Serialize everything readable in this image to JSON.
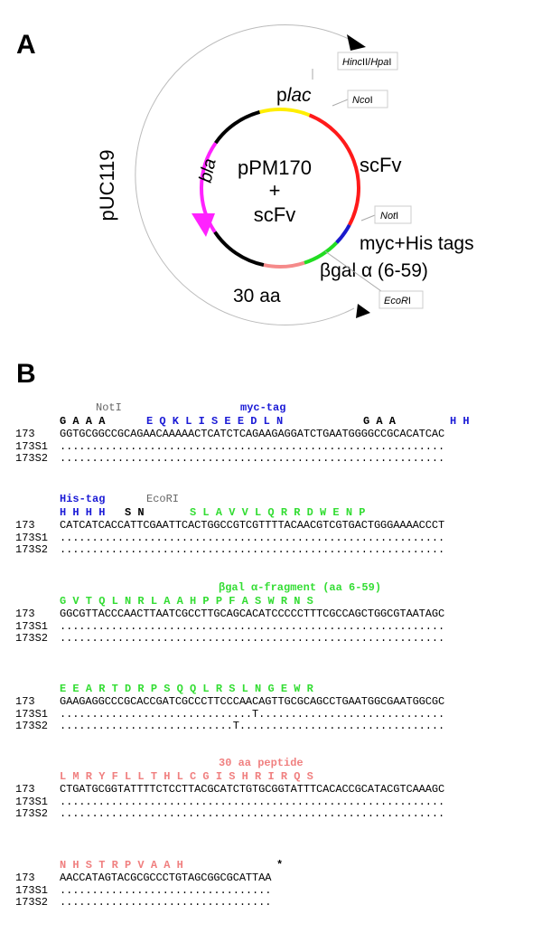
{
  "panel_a": {
    "letter": "A",
    "center_label_1": "pPM170",
    "center_label_2": "+",
    "center_label_3": "scFv",
    "outer_label": "pUC119",
    "segments": {
      "plac": "plac",
      "scfv": "scFv",
      "tags": "myc+His tags",
      "bgal": "βgal α (6-59)",
      "aa30": "30 aa",
      "bla": "bla"
    },
    "sites": {
      "hinc": "HincII/HpaI",
      "nco": "NcoI",
      "not": "NotI",
      "eco": "EcoRI"
    },
    "colors": {
      "plac": "#ffee00",
      "scfv": "#ff1a1a",
      "tags": "#1a1acc",
      "bgal": "#22dd22",
      "aa30": "#f58a8a",
      "bla": "#ff22ff",
      "backbone": "#000000",
      "outer_circle": "#bbbbbb"
    }
  },
  "panel_b": {
    "letter": "B",
    "blocks": [
      {
        "annotations": [
          {
            "text": "NotI",
            "col": 5,
            "color": "grey"
          },
          {
            "text": "myc-tag",
            "col": 25,
            "color": "blue",
            "bold": true
          }
        ],
        "aa": [
          {
            "text": "G A A A",
            "col": 0,
            "color": "black"
          },
          {
            "text": "E Q K L I S E E D L N",
            "col": 12,
            "color": "blue"
          },
          {
            "text": "G A A",
            "col": 42,
            "color": "black"
          },
          {
            "text": "H H",
            "col": 54,
            "color": "blue"
          }
        ],
        "rows": [
          {
            "name": "173",
            "seq": "GGTGCGGCCGCAGAACAAAAACTCATCTCAGAAGAGGATCTGAATGGGGCCGCACATCAC"
          },
          {
            "name": "173S1",
            "seq": "............................................................"
          },
          {
            "name": "173S2",
            "seq": "............................................................"
          }
        ]
      },
      {
        "annotations": [
          {
            "text": "His-tag",
            "col": 0,
            "color": "blue",
            "bold": true
          },
          {
            "text": "EcoRI",
            "col": 12,
            "color": "grey"
          }
        ],
        "aa": [
          {
            "text": "H H H H",
            "col": 0,
            "color": "blue"
          },
          {
            "text": "S N",
            "col": 9,
            "color": "black"
          },
          {
            "text": "S L A V V L Q R R D W E N P",
            "col": 18,
            "color": "green"
          }
        ],
        "rows": [
          {
            "name": "173",
            "seq": "CATCATCACCATTCGAATTCACTGGCCGTCGTTTTACAACGTCGTGACTGGGAAAACCCT"
          },
          {
            "name": "173S1",
            "seq": "............................................................"
          },
          {
            "name": "173S2",
            "seq": "............................................................"
          }
        ]
      },
      {
        "annotations": [
          {
            "text": "βgal α-fragment (aa 6-59)",
            "col": 22,
            "color": "green",
            "bold": true
          }
        ],
        "aa": [
          {
            "text": "G V T Q L N R L A A H P P F A S W R N S",
            "col": 0,
            "color": "green"
          }
        ],
        "rows": [
          {
            "name": "173",
            "seq": "GGCGTTACCCAACTTAATCGCCTTGCAGCACATCCCCCTTTCGCCAGCTGGCGTAATAGC"
          },
          {
            "name": "173S1",
            "seq": "............................................................"
          },
          {
            "name": "173S2",
            "seq": "............................................................"
          }
        ]
      },
      {
        "annotations": [],
        "aa": [
          {
            "text": "E E A R T D R P S Q Q L R S L N G E W R",
            "col": 0,
            "color": "green"
          }
        ],
        "rows": [
          {
            "name": "173",
            "seq": "GAAGAGGCCCGCACCGATCGCCCTTCCCAACAGTTGCGCAGCCTGAATGGCGAATGGCGC"
          },
          {
            "name": "173S1",
            "seq": "..............................T............................."
          },
          {
            "name": "173S2",
            "seq": "...........................T................................"
          }
        ]
      },
      {
        "annotations": [
          {
            "text": "30 aa peptide",
            "col": 22,
            "color": "salmon",
            "bold": true
          }
        ],
        "aa": [
          {
            "text": "L M R Y F L L T H L C G I S H R I R Q S",
            "col": 0,
            "color": "salmon"
          }
        ],
        "rows": [
          {
            "name": "173",
            "seq": "CTGATGCGGTATTTTCTCCTTACGCATCTGTGCGGTATTTCACACCGCATACGTCAAAGC"
          },
          {
            "name": "173S1",
            "seq": "............................................................"
          },
          {
            "name": "173S2",
            "seq": "............................................................"
          }
        ]
      },
      {
        "annotations": [],
        "aa": [
          {
            "text": "N H S T R P V A A H",
            "col": 0,
            "color": "salmon"
          },
          {
            "text": "*",
            "col": 30,
            "color": "black"
          }
        ],
        "rows": [
          {
            "name": "173",
            "seq": "AACCATAGTACGCGCCCTGTAGCGGCGCATTAA"
          },
          {
            "name": "173S1",
            "seq": "................................."
          },
          {
            "name": "173S2",
            "seq": "................................."
          }
        ]
      }
    ]
  }
}
